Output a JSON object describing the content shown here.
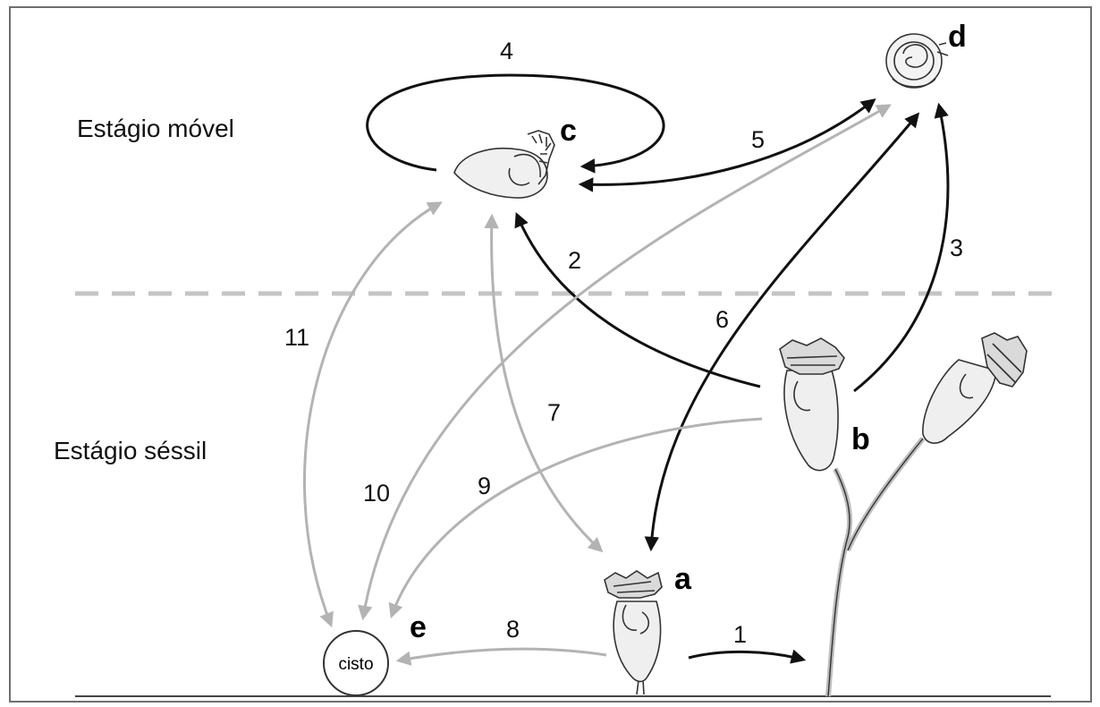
{
  "stages": {
    "mobile_label": "Estágio móvel",
    "sessile_label": "Estágio séssil"
  },
  "forms": {
    "a": "a",
    "b": "b",
    "c": "c",
    "d": "d",
    "e": "e",
    "cyst_text": "cisto"
  },
  "transitions": [
    {
      "number": "1",
      "from": "a",
      "to": "b",
      "style": "black"
    },
    {
      "number": "2",
      "from": "b",
      "to": "c",
      "style": "black"
    },
    {
      "number": "3",
      "from": "b",
      "to": "d",
      "style": "black"
    },
    {
      "number": "4",
      "from": "c",
      "to": "c",
      "style": "black"
    },
    {
      "number": "5",
      "from": "c",
      "to": "d",
      "style": "black",
      "bidirectional": true
    },
    {
      "number": "6",
      "from": "d",
      "to": "a",
      "style": "black",
      "bidirectional": true
    },
    {
      "number": "7",
      "from": "c",
      "to": "a",
      "style": "gray",
      "bidirectional": true
    },
    {
      "number": "8",
      "from": "a",
      "to": "e",
      "style": "gray"
    },
    {
      "number": "9",
      "from": "b",
      "to": "e",
      "style": "gray"
    },
    {
      "number": "10",
      "from": "d",
      "to": "e",
      "style": "gray",
      "bidirectional": true
    },
    {
      "number": "11",
      "from": "e",
      "to": "c",
      "style": "gray",
      "bidirectional": true
    }
  ],
  "colors": {
    "black_arrow": "#111111",
    "gray_arrow": "#b3b3b3",
    "divider": "#c4c4c4",
    "frame": "#6f6f6f"
  }
}
